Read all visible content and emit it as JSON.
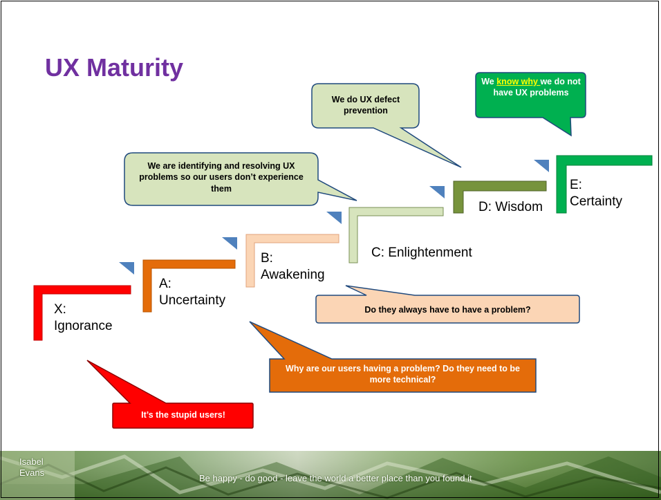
{
  "title": "UX Maturity",
  "steps": [
    {
      "id": "x",
      "label": "X:\nIgnorance",
      "color": "#ff0000"
    },
    {
      "id": "a",
      "label": "A:\nUncertainty",
      "color": "#e46c0a"
    },
    {
      "id": "b",
      "label": "B:\nAwakening",
      "color": "#fbd5b5"
    },
    {
      "id": "c",
      "label": "C: Enlightenment",
      "color": "#d7e4bd"
    },
    {
      "id": "d",
      "label": "D: Wisdom",
      "color": "#77933c"
    },
    {
      "id": "e",
      "label": "E:\nCertainty",
      "color": "#00b050"
    }
  ],
  "bubbles": {
    "stupid_users": "It’s the stupid users!",
    "why_problem": "Why are our users having a problem? Do they need to be more technical?",
    "always_problem": "Do they always have to have a problem?",
    "identifying": "We are identifying and resolving UX problems so our users don’t experience them",
    "defect_prevention": "We do UX defect prevention",
    "know_why_pre": "We ",
    "know_why_kw": "know why ",
    "know_why_post": "we do not have UX problems"
  },
  "footer": {
    "author": "Isabel\nEvans",
    "motto": "Be happy - do good - leave the world a better place than you found it"
  },
  "colors": {
    "title": "#7030a0",
    "arrow_tip": "#4f81bd",
    "bubble_red": "#ff0000",
    "bubble_orange": "#e46c0a",
    "bubble_peach": "#fbd5b5",
    "bubble_sage": "#d7e4bd",
    "bubble_green": "#00b050",
    "highlight": "#ffff00"
  },
  "icons": [
    "step-arrow-icon",
    "fern-footer-image"
  ]
}
